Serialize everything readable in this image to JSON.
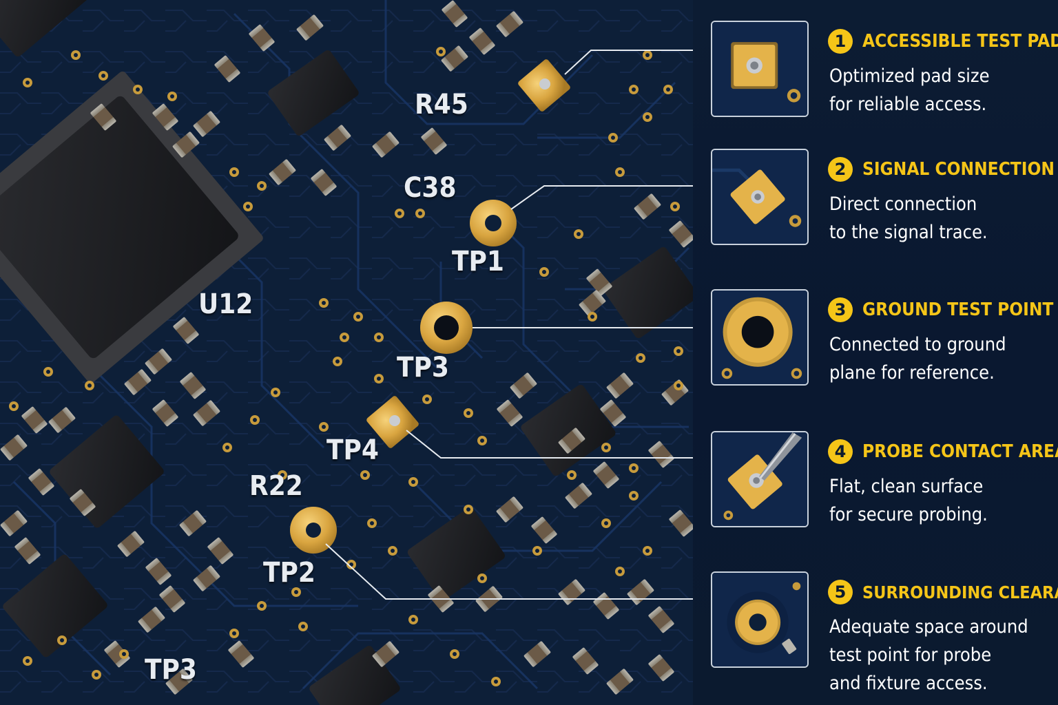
{
  "colors": {
    "board": "#0d1f38",
    "trace": "#17305a",
    "gold": "#e4b34a",
    "accent": "#f5c518",
    "chip": "#1c1d20",
    "text": "#ffffff"
  },
  "board_labels": {
    "r45": "R45",
    "c38": "C38",
    "u12": "U12",
    "tp1": "TP1",
    "tp3": "TP3",
    "tp4": "TP4",
    "r22": "R22",
    "tp2": "TP2",
    "tp3_lower": "TP3"
  },
  "callouts": [
    {
      "number": "1",
      "title": "ACCESSIBLE TEST PAD",
      "desc_lines": [
        "Optimized pad size",
        "for reliable access."
      ],
      "thumb_icon": "square-pad-icon"
    },
    {
      "number": "2",
      "title": "SIGNAL CONNECTION",
      "desc_lines": [
        "Direct connection",
        "to the signal trace."
      ],
      "thumb_icon": "square-pad-icon"
    },
    {
      "number": "3",
      "title": "GROUND TEST POINT",
      "desc_lines": [
        "Connected to ground",
        "plane for reference."
      ],
      "thumb_icon": "ground-ring-icon"
    },
    {
      "number": "4",
      "title": "PROBE CONTACT AREA",
      "desc_lines": [
        "Flat, clean surface",
        "for secure probing."
      ],
      "thumb_icon": "probe-icon"
    },
    {
      "number": "5",
      "title": "SURROUNDING CLEARANCE",
      "desc_lines": [
        "Adequate space around",
        "test point for probe",
        "and fixture access."
      ],
      "thumb_icon": "clearance-ring-icon"
    }
  ]
}
